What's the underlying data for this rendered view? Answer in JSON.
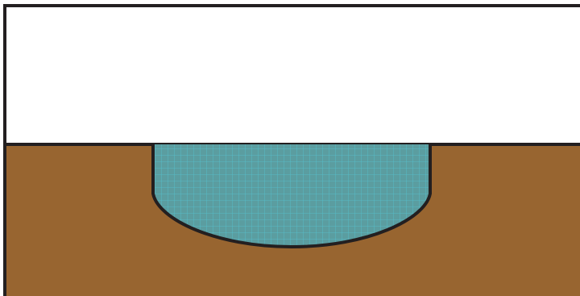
{
  "diagram": {
    "layers": [
      {
        "name": "upper-layer",
        "fill": "#ffffff"
      },
      {
        "name": "soil-layer",
        "fill": "#986530"
      },
      {
        "name": "pit-fill",
        "fill": "#5b9da0",
        "pattern": "grid",
        "grid_color": "#55c3d0"
      }
    ],
    "outline_color": "#231f20"
  }
}
